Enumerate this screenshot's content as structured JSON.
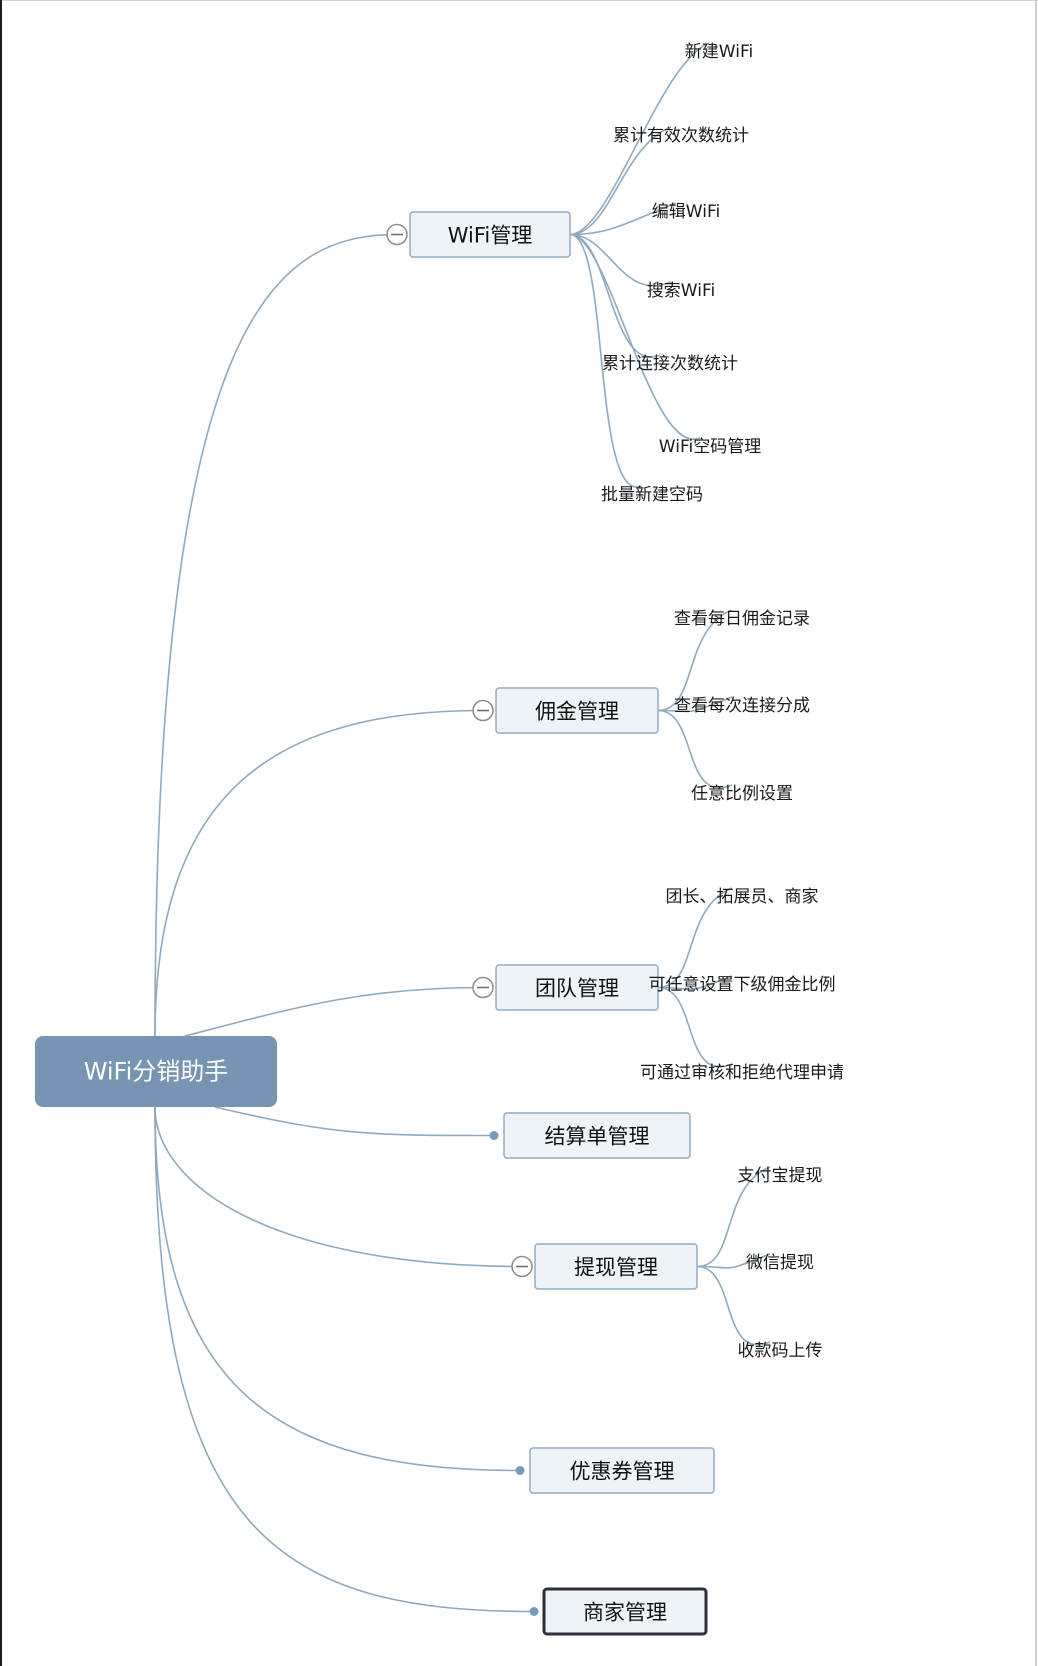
{
  "root": {
    "label": "WiFi分销助手"
  },
  "branches": [
    {
      "label": "WiFi管理",
      "collapsible": true,
      "children": [
        "新建WiFi",
        "累计有效次数统计",
        "编辑WiFi",
        "搜索WiFi",
        "累计连接次数统计",
        "WiFi空码管理",
        "批量新建空码"
      ]
    },
    {
      "label": "佣金管理",
      "collapsible": true,
      "children": [
        "查看每日佣金记录",
        "查看每次连接分成",
        "任意比例设置"
      ]
    },
    {
      "label": "团队管理",
      "collapsible": true,
      "children": [
        "团长、拓展员、商家",
        "可任意设置下级佣金比例",
        "可通过审核和拒绝代理申请"
      ]
    },
    {
      "label": "结算单管理",
      "collapsible": false,
      "children": []
    },
    {
      "label": "提现管理",
      "collapsible": true,
      "children": [
        "支付宝提现",
        "微信提现",
        "收款码上传"
      ]
    },
    {
      "label": "优惠券管理",
      "collapsible": false,
      "children": []
    },
    {
      "label": "商家管理",
      "collapsible": false,
      "selected": true,
      "children": []
    }
  ]
}
